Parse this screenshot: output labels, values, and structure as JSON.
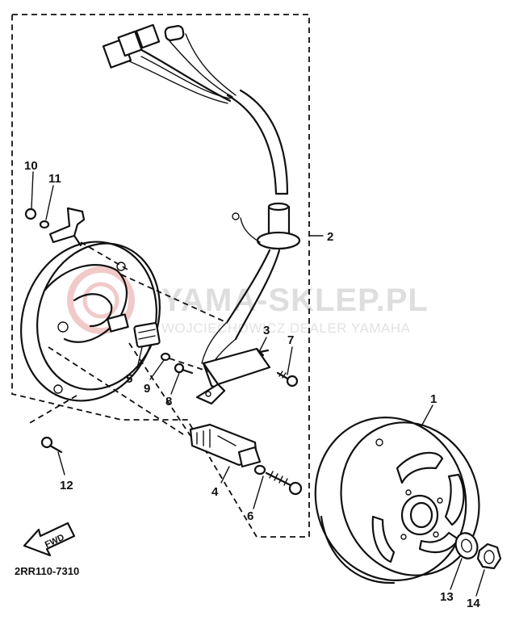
{
  "diagram": {
    "part_code": "2RR110-7310",
    "watermark": {
      "brand": "YAMA-SKLEP.PL",
      "line2": "WOJCIECHOWICZ DEALER YAMAHA"
    },
    "direction_marker": "FWD",
    "callouts": [
      "1",
      "2",
      "3",
      "4",
      "5",
      "6",
      "7",
      "8",
      "9",
      "10",
      "11",
      "12",
      "13",
      "14"
    ],
    "colors": {
      "ink": "#111111",
      "watermark": "#dedede",
      "watermark_logo": "#f2c9c9"
    }
  }
}
